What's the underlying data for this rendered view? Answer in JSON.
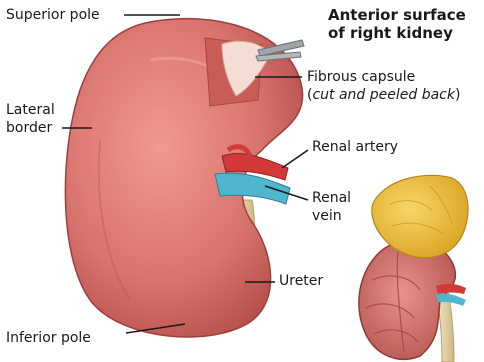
{
  "title": {
    "line1": "Anterior surface",
    "line2": "of right kidney"
  },
  "labels": {
    "superior_pole": "Superior pole",
    "lateral_border_1": "Lateral",
    "lateral_border_2": "border",
    "fibrous_capsule": "Fibrous capsule",
    "fibrous_capsule_note_open": "(",
    "fibrous_capsule_note": "cut and peeled back",
    "fibrous_capsule_note_close": ")",
    "renal_artery": "Renal artery",
    "renal_vein_1": "Renal",
    "renal_vein_2": "vein",
    "ureter": "Ureter",
    "inferior_pole": "Inferior pole"
  },
  "colors": {
    "kidney": "#d9746e",
    "kidney_shadow": "#b84f4c",
    "capsule": "#f2d6c8",
    "artery": "#d23a3a",
    "vein": "#4fb6cf",
    "ureter": "#e6d6a6",
    "adrenal": "#efc23a"
  }
}
